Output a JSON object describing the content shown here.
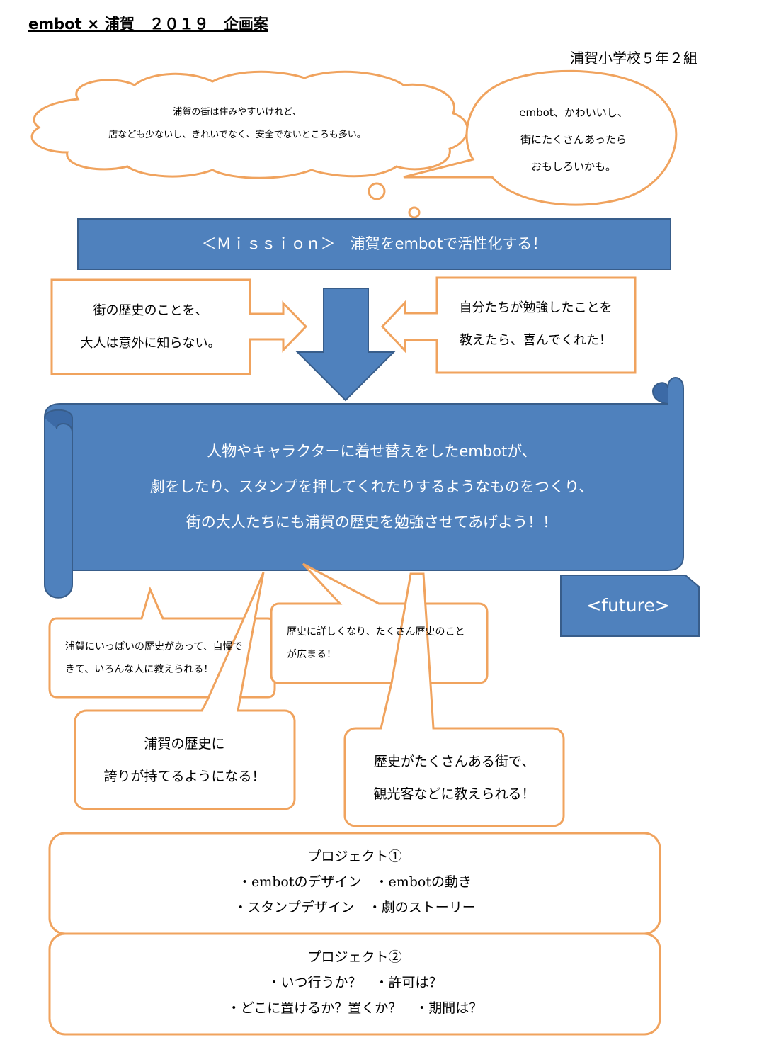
{
  "header": {
    "title": "embot × 浦賀　２０１９　企画案",
    "school": "浦賀小学校５年２組"
  },
  "cloud": {
    "lines": [
      "浦賀の街は住みやすいけれど、",
      "店なども少ないし、きれいでなく、安全でないところも多い。"
    ]
  },
  "bubble_right": {
    "lines": [
      "embot、かわいいし、",
      "街にたくさんあったら",
      "おもしろいかも。"
    ]
  },
  "mission": {
    "text": "＜Ｍｉｓｓｉｏｎ＞　浦賀をembotで活性化する！"
  },
  "arrow_left": {
    "lines": [
      "街の歴史のことを、",
      "大人は意外に知らない。"
    ]
  },
  "arrow_right": {
    "lines": [
      "自分たちが勉強したことを",
      "教えたら、喜んでくれた！"
    ]
  },
  "scroll": {
    "lines": [
      "人物やキャラクターに着せ替えをしたembotが、",
      "劇をしたり、スタンプを押してくれたりするようなものをつくり、",
      "街の大人たちにも浦賀の歴史を勉強させてあげよう！！"
    ]
  },
  "future": {
    "label": "<future>"
  },
  "callouts": [
    {
      "lines": [
        "浦賀にいっぱいの歴史があって、自慢で",
        "きて、いろんな人に教えられる！"
      ]
    },
    {
      "lines": [
        "歴史に詳しくなり、たくさん歴史のこと",
        "が広まる！"
      ]
    },
    {
      "lines": [
        "浦賀の歴史に",
        "誇りが持てるようになる！"
      ]
    },
    {
      "lines": [
        "歴史がたくさんある街で、",
        "観光客などに教えられる！"
      ]
    }
  ],
  "projects": [
    {
      "title": "プロジェクト①",
      "lines": [
        "・embotのデザイン　・embotの動き",
        "・スタンプデザイン　・劇のストーリー"
      ]
    },
    {
      "title": "プロジェクト②",
      "lines": [
        "・いつ行うか？　・許可は？",
        "・どこに置けるか？置くか？　・期間は？"
      ]
    }
  ],
  "colors": {
    "orange": "#f0a35e",
    "blue": "#4f81bd",
    "blue_dark": "#385d8a"
  }
}
